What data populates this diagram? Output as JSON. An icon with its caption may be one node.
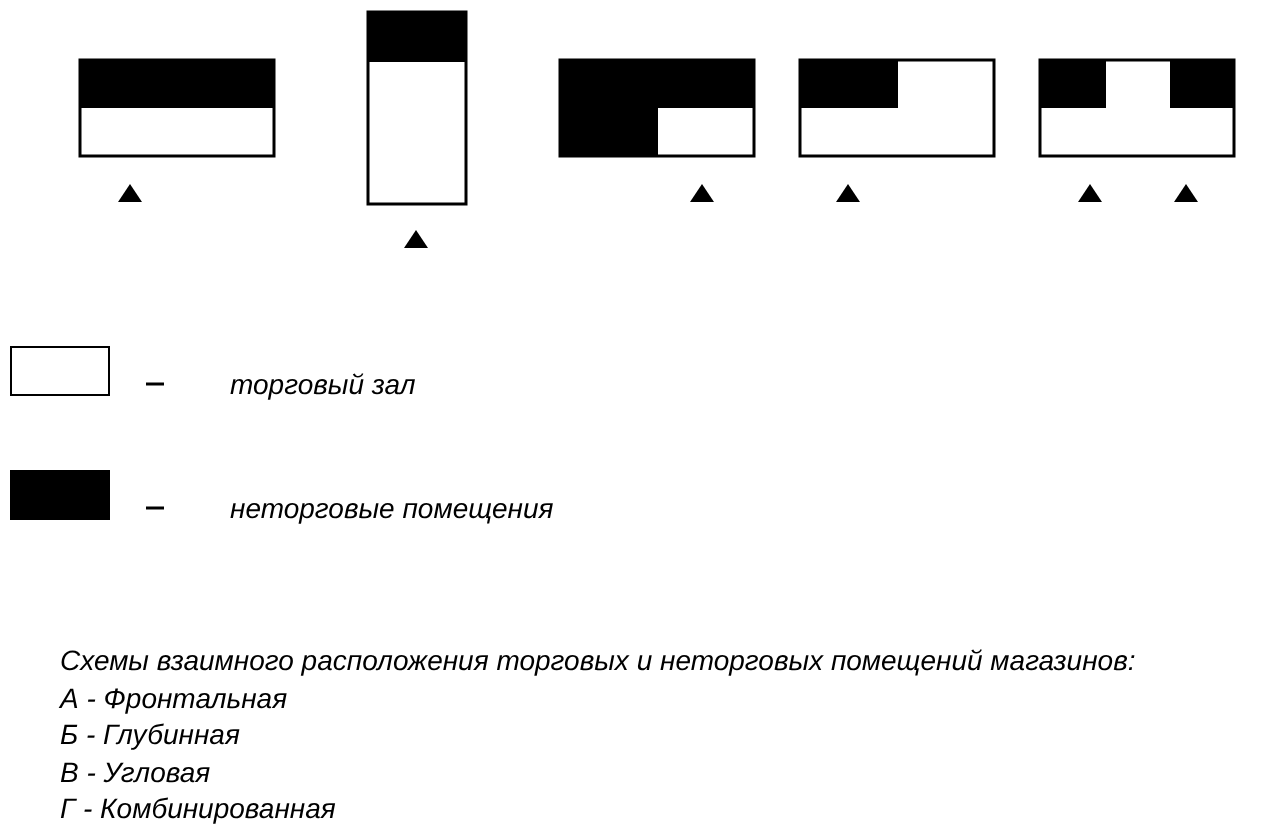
{
  "diagram": {
    "caption": "Схемы взаимного расположения торговых и неторговых помещений магазинов:",
    "labels": [
      "А - Фронтальная",
      "Б - Глубинная",
      "В - Угловая",
      "Г - Комбинированная"
    ],
    "legend": [
      {
        "text": "торговый зал",
        "color": "#ffffff"
      },
      {
        "text": "неторговые помещения",
        "color": "#000000"
      }
    ]
  }
}
